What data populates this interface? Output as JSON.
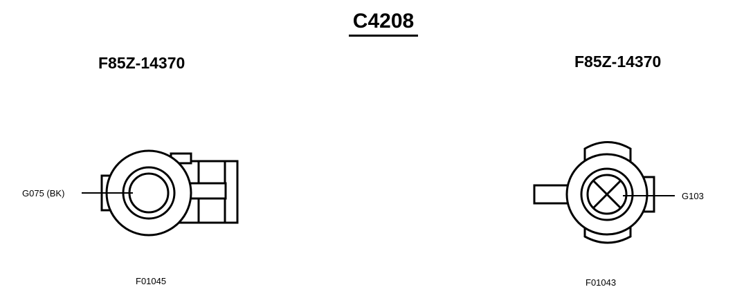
{
  "title": "C4208",
  "connectors": [
    {
      "part_number": "F85Z-14370",
      "pin_label": "G075 (BK)",
      "figure_id": "F01045"
    },
    {
      "part_number": "F85Z-14370",
      "pin_label": "G103",
      "figure_id": "F01043"
    }
  ]
}
